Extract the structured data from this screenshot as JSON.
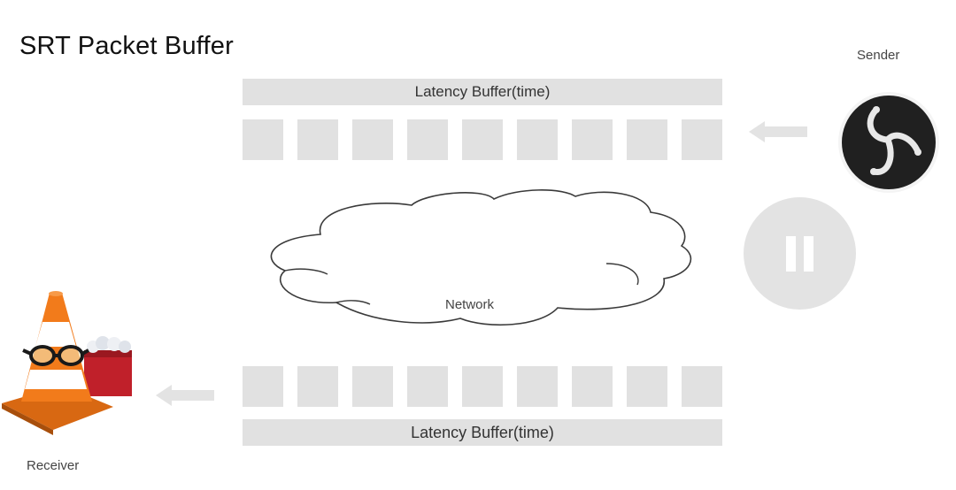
{
  "title": "SRT Packet Buffer",
  "sender": {
    "label": "Sender",
    "icon": "obs-logo-icon"
  },
  "receiver": {
    "label": "Receiver",
    "icon": "vlc-cone-icon"
  },
  "buffers": {
    "top_label": "Latency Buffer(time)",
    "bottom_label": "Latency Buffer(time)",
    "packets_per_row": 9
  },
  "network": {
    "label": "Network"
  },
  "controls": {
    "pause_icon": "pause-icon"
  },
  "colors": {
    "packet": "#e1e1e1",
    "arrow": "#e3e3e3",
    "cone_orange": "#f27b1b",
    "obs_dark": "#202020"
  }
}
